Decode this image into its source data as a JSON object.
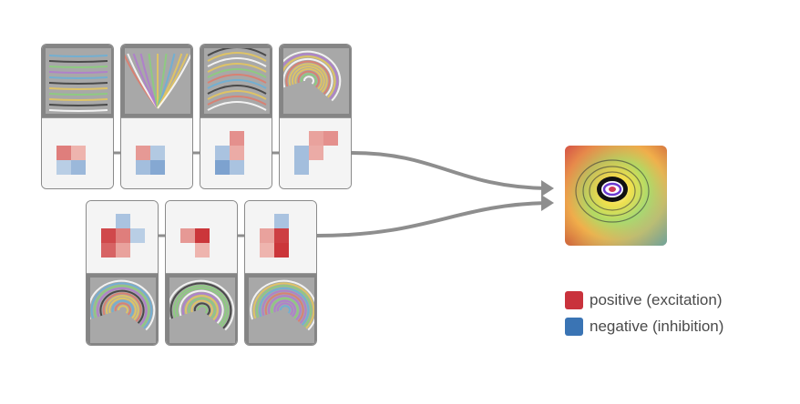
{
  "colors": {
    "positive": "#c9323c",
    "negative": "#3a74b4",
    "arrow": "#8e8e8e",
    "connector": "#8e8e8e"
  },
  "top_group": [
    {
      "name": "neuron-1",
      "weights": [
        [
          0,
          0,
          0
        ],
        [
          0.55,
          0.25,
          0
        ],
        [
          -0.2,
          -0.4,
          0
        ]
      ],
      "texture": "waves"
    },
    {
      "name": "neuron-2",
      "weights": [
        [
          0,
          0,
          0
        ],
        [
          0.4,
          -0.25,
          0
        ],
        [
          -0.35,
          -0.55,
          0
        ]
      ],
      "texture": "fan"
    },
    {
      "name": "neuron-3",
      "weights": [
        [
          0,
          0.45,
          0
        ],
        [
          -0.3,
          0.3,
          0
        ],
        [
          -0.6,
          -0.3,
          0
        ]
      ],
      "texture": "arcs"
    },
    {
      "name": "neuron-4",
      "weights": [
        [
          0,
          0.35,
          0.45
        ],
        [
          -0.35,
          0.3,
          0
        ],
        [
          -0.35,
          0,
          0
        ]
      ],
      "texture": "swirl"
    }
  ],
  "bottom_group": [
    {
      "name": "neuron-5",
      "weights": [
        [
          0,
          -0.3,
          0
        ],
        [
          0.85,
          0.55,
          -0.2
        ],
        [
          0.7,
          0.35,
          0
        ]
      ],
      "texture": "spiral"
    },
    {
      "name": "neuron-6",
      "weights": [
        [
          0,
          0,
          0
        ],
        [
          0.4,
          0.95,
          0
        ],
        [
          0,
          0.25,
          0
        ]
      ],
      "texture": "rings"
    },
    {
      "name": "neuron-7",
      "weights": [
        [
          0,
          -0.3,
          0
        ],
        [
          0.35,
          0.9,
          0
        ],
        [
          0.25,
          0.95,
          0
        ]
      ],
      "texture": "vortex"
    }
  ],
  "output_neuron": {
    "name": "curve-detector-output",
    "texture": "eye"
  },
  "legend": {
    "positive_label": "positive (excitation)",
    "negative_label": "negative (inhibition)"
  }
}
